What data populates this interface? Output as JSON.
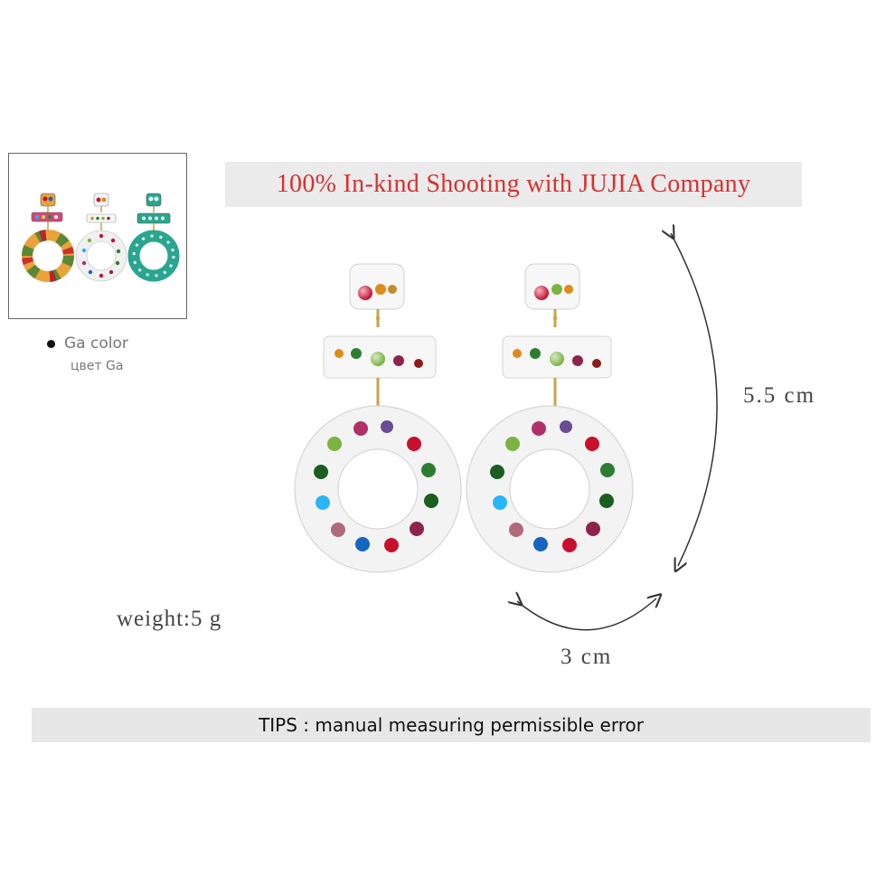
{
  "thumbnail": {
    "variant_colors": [
      "#e9a33a",
      "#f4f4f4",
      "#2aa58e"
    ]
  },
  "swatch": {
    "label": "Ga color",
    "label_ru": "цвет Ga"
  },
  "banner": {
    "text": "100% In-kind Shooting with JUJIA Company",
    "text_color": "#d83030",
    "background": "#ebebeb"
  },
  "dimensions": {
    "height_label": "5.5 cm",
    "width_label": "3 cm",
    "weight_label": "weight:5 g"
  },
  "tips": {
    "text": "TIPS : manual measuring permissible error"
  },
  "gem_colors": [
    "#c8102e",
    "#e08a1a",
    "#2e7d32",
    "#7cb342",
    "#1565c0",
    "#29b6f6",
    "#8e244d",
    "#b0306a",
    "#6a4c93",
    "#5d8a2c"
  ]
}
